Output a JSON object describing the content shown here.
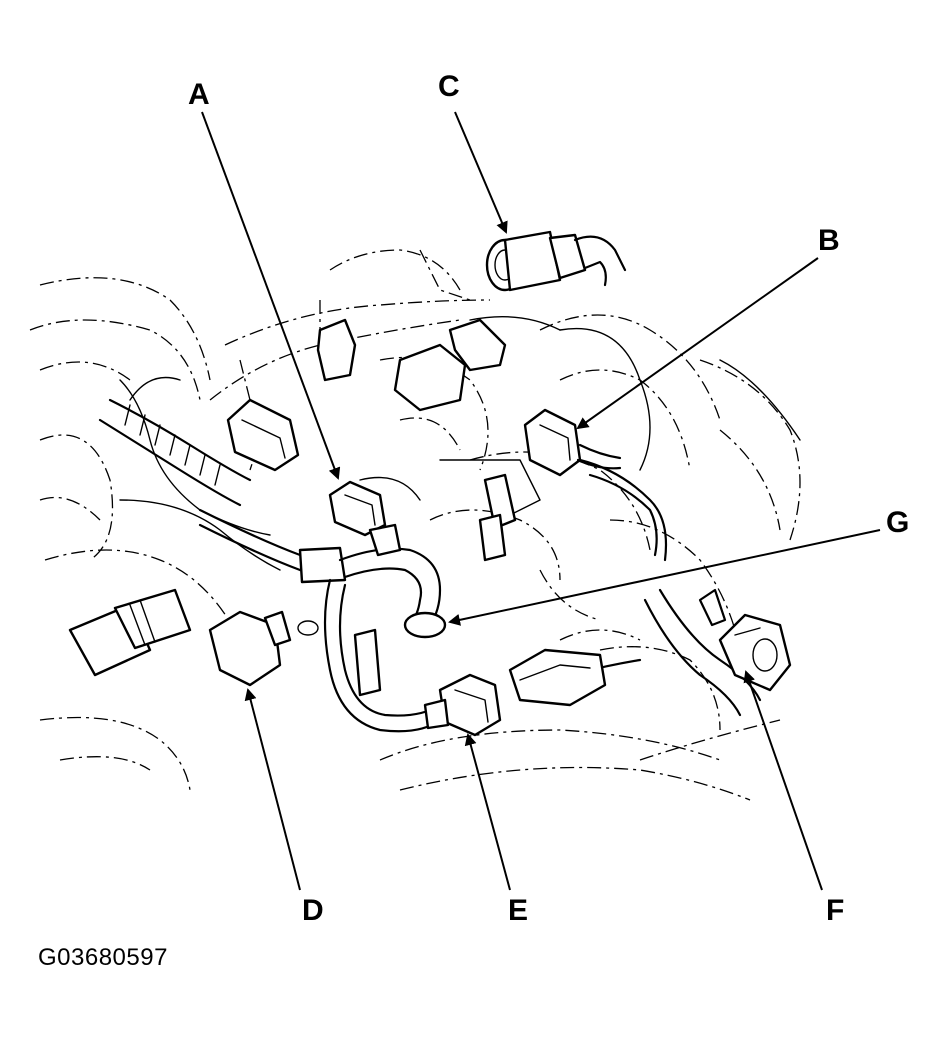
{
  "figure_id": "G03680597",
  "callouts": [
    {
      "id": "A",
      "label": "A"
    },
    {
      "id": "B",
      "label": "B"
    },
    {
      "id": "C",
      "label": "C"
    },
    {
      "id": "D",
      "label": "D"
    },
    {
      "id": "E",
      "label": "E"
    },
    {
      "id": "F",
      "label": "F"
    },
    {
      "id": "G",
      "label": "G"
    }
  ],
  "colors": {
    "line": "#000000",
    "background": "#ffffff"
  }
}
